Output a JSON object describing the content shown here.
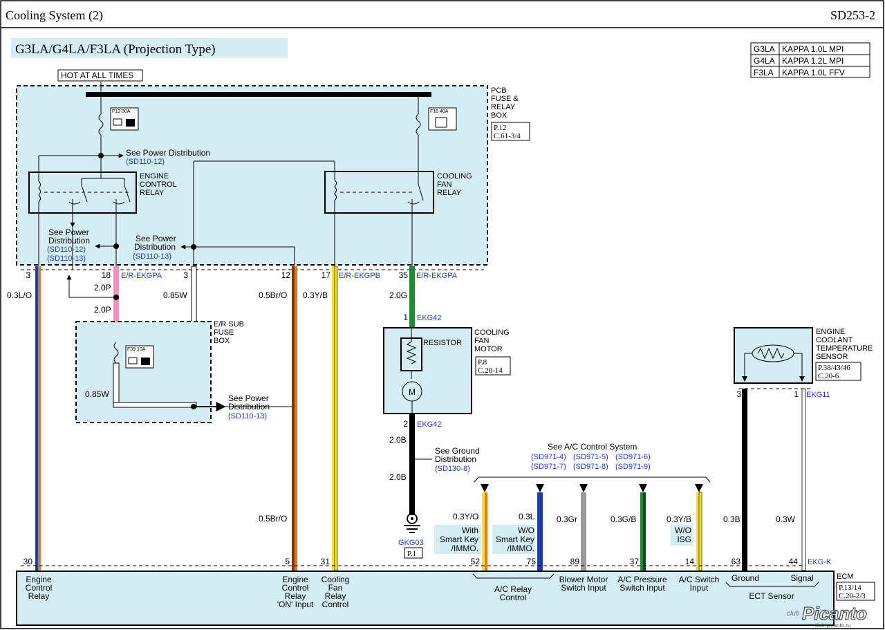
{
  "header": {
    "title": "Cooling System (2)",
    "code": "SD253-2"
  },
  "subtitle": "G3LA/G4LA/F3LA (Projection Type)",
  "engine_table": [
    {
      "code": "G3LA",
      "desc": "KAPPA 1.0L MPI"
    },
    {
      "code": "G4LA",
      "desc": "KAPPA 1.2L MPI"
    },
    {
      "code": "F3LA",
      "desc": "KAPPA 1.0L FFV"
    }
  ],
  "hot_label": "HOT AT ALL TIMES",
  "pcb_box": {
    "lines": [
      "PCB",
      "FUSE &",
      "RELAY",
      "BOX"
    ],
    "ref1": "P.12",
    "ref2": "C.61-3/4"
  },
  "fuses": {
    "f1": "F13 30A",
    "f2": "F16 40A",
    "f3": "F39 10A"
  },
  "refs": {
    "see_pd": "See Power Distribution",
    "sd110_12": "(SD110-12)",
    "sd110_13": "(SD110-13)",
    "see_power": "See Power",
    "distribution": "Distribution",
    "see_ground": "See Ground",
    "sd130_8": "(SD130-8)",
    "see_ac": "See A/C Control System",
    "sd971_4": "(SD971-4)",
    "sd971_5": "(SD971-5)",
    "sd971_6": "(SD971-6)",
    "sd971_7": "(SD971-7)",
    "sd971_8": "(SD971-8)",
    "sd971_9": "(SD971-9)"
  },
  "relays": {
    "ecr": [
      "ENGINE",
      "CONTROL",
      "RELAY"
    ],
    "cfr": [
      "COOLING",
      "FAN",
      "RELAY"
    ]
  },
  "pins": {
    "p3a": "3",
    "p18": "18",
    "p3b": "3",
    "p12": "12",
    "p17": "17",
    "p35": "35",
    "p1": "1",
    "p2": "2",
    "p3c": "3",
    "p1b": "1",
    "p30": "30",
    "p5": "5",
    "p31": "31",
    "p52": "52",
    "p75": "75",
    "p89": "89",
    "p37": "37",
    "p14": "14",
    "p63": "63",
    "p44": "44"
  },
  "connectors": {
    "er_ekgpa": "E/R-EKGPA",
    "er_ekgpb": "E/R-EKGPB",
    "er_ekgpa2": "E/R-EKGPA",
    "ekg42a": "EKG42",
    "ekg42b": "EKG42",
    "ekg11": "EKG11",
    "ekgk": "EKG-K",
    "gkg03": "GKG03",
    "gkg_ref": "P.1"
  },
  "wires": {
    "w1": "0.3L/O",
    "w2": "2.0P",
    "w3": "2.0P",
    "w4": "0.85W",
    "w5": "0.85W",
    "w6": "0.5Br/O",
    "w7": "0.3Y/B",
    "w8": "2.0G",
    "w9": "2.0B",
    "w10": "2.0B",
    "w11": "0.5Br/O",
    "w12": "0.3Y/O",
    "w13": "0.3L",
    "w14": "0.3Gr",
    "w15": "0.3G/B",
    "w16": "0.3Y/B",
    "w17": "0.3B",
    "w18": "0.3W"
  },
  "er_sub": {
    "lines": [
      "E/R SUB",
      "FUSE",
      "BOX"
    ]
  },
  "motor": {
    "lines": [
      "COOLING",
      "FAN",
      "MOTOR"
    ],
    "resistor": "RESISTOR",
    "m": "M",
    "ref1": "P.8",
    "ref2": "C.20-14"
  },
  "sensor": {
    "lines": [
      "ENGINE",
      "COOLANT",
      "TEMPERATURE",
      "SENSOR"
    ],
    "ref1": "P.38/43/46",
    "ref2": "C.20-6"
  },
  "options": {
    "with_smart": [
      "With",
      "Smart Key",
      "/IMMO."
    ],
    "wo_smart": [
      "W/O",
      "Smart Key",
      "/IMMO."
    ],
    "wo_isg": [
      "W/O",
      "ISG"
    ]
  },
  "ecm": {
    "label": "ECM",
    "ref1": "P.13/14",
    "ref2": "C.20-2/3",
    "ecr_lbl": [
      "Engine",
      "Control",
      "Relay"
    ],
    "on_lbl": [
      "Engine",
      "Control",
      "Relay",
      "'ON' Input"
    ],
    "cfrc_lbl": [
      "Cooling",
      "Fan",
      "Relay",
      "Control"
    ],
    "acrc_lbl": [
      "A/C Relay",
      "Control"
    ],
    "blower_lbl": [
      "Blower Motor",
      "Switch Input"
    ],
    "acp_lbl": [
      "A/C Pressure",
      "Switch Input"
    ],
    "acs_lbl": [
      "A/C Switch",
      "Input"
    ],
    "ground": "Ground",
    "signal": "Signal",
    "ect": "ECT Sensor"
  },
  "watermark": {
    "brand": "Picanto",
    "url": "club-picanto.ru",
    "prefix": "club"
  }
}
